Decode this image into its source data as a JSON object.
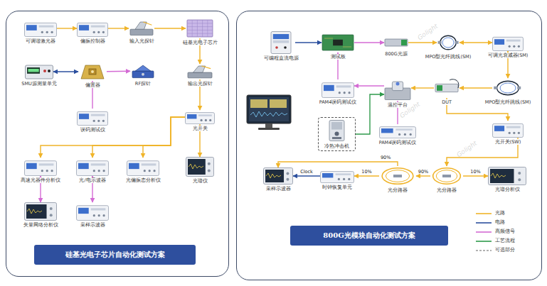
{
  "diagram": {
    "nodes": [
      {
        "text": [
          "硅基光电子芯片自动化测试方案"
        ]
      },
      {
        "text": [
          "可调谐激光器"
        ],
        "in": 0
      },
      {
        "text": [
          "偏振控制器"
        ],
        "in": 0
      },
      {
        "text": [
          "输入光探针"
        ],
        "in": 0
      },
      {
        "text": [
          "硅基光电子芯片"
        ],
        "in": 0
      },
      {
        "text": [
          "SMU源测量单元"
        ],
        "in": 0
      },
      {
        "text": [
          "偏置器"
        ],
        "in": 0
      },
      {
        "text": [
          "RF探针"
        ],
        "in": 0
      },
      {
        "text": [
          "输出光探针"
        ],
        "in": 0
      },
      {
        "text": [
          "误码测试仪"
        ],
        "in": 0
      },
      {
        "text": [
          "光开关"
        ],
        "in": 0
      },
      {
        "text": [
          "高速光器件分析仪"
        ],
        "in": 0
      },
      {
        "text": [
          "光/电示波器"
        ],
        "in": 0
      },
      {
        "text": [
          "光偏振态分析仪"
        ],
        "in": 0
      },
      {
        "text": [
          "光谱仪"
        ],
        "in": 0
      },
      {
        "text": [
          "矢量网络分析仪"
        ],
        "in": 0
      },
      {
        "text": [
          "采样示波器"
        ],
        "in": 0
      },
      {
        "text": [
          "800G光模块自动化测试方案"
        ]
      },
      {
        "text": [
          "可编程直流电源"
        ],
        "in": 17
      },
      {
        "text": [
          "测试板"
        ],
        "in": 17
      },
      {
        "text": [
          "800G光源"
        ],
        "in": 17
      },
      {
        "text": [
          "MPO型光纤跳线(SM)"
        ],
        "in": 17
      },
      {
        "text": [
          "可调光衰减器(SM)"
        ],
        "in": 17
      },
      {
        "text": [
          "PAM4误码测试仪"
        ],
        "in": 17
      },
      {
        "text": [
          "温控平台"
        ],
        "in": 17
      },
      {
        "text": [
          "DUT"
        ],
        "in": 17
      },
      {
        "text": [
          "MPO型光纤跳线(SM)"
        ],
        "in": 17
      },
      {
        "text": [
          "冷热冲击机"
        ],
        "in": 17
      },
      {
        "text": [
          "PAM4误码测试仪"
        ],
        "in": 17
      },
      {
        "text": [
          "光开关(SW)"
        ],
        "in": 17
      },
      {
        "text": [
          "采样示波器"
        ],
        "in": 17
      },
      {
        "text": [
          "时钟恢复单元"
        ],
        "in": 17
      },
      {
        "text": [
          "光分路器"
        ],
        "in": 17
      },
      {
        "text": [
          "光分路器"
        ],
        "in": 17
      },
      {
        "text": [
          "光谱分析仪"
        ],
        "in": 17
      }
    ],
    "edges": [
      {
        "from": 1,
        "to": 2,
        "arrow": "to"
      },
      {
        "from": 2,
        "to": 3,
        "arrow": "to"
      },
      {
        "from": 3,
        "to": 4,
        "arrow": "to"
      },
      {
        "from": 5,
        "to": 6,
        "arrow": "both"
      },
      {
        "from": 6,
        "to": 7,
        "arrow": "to"
      },
      {
        "from": 4,
        "to": 8,
        "arrow": "to"
      },
      {
        "from": 8,
        "to": 10,
        "arrow": "to"
      },
      {
        "from": 6,
        "to": 9,
        "arrow": "none"
      },
      {
        "from": 10,
        "to": 14,
        "arrow": "to"
      },
      {
        "from": 10,
        "to": 11,
        "arrow": "to"
      },
      {
        "from": 10,
        "to": 12,
        "arrow": "to"
      },
      {
        "from": 10,
        "to": 13,
        "arrow": "to"
      },
      {
        "from": 11,
        "to": 15,
        "arrow": "both"
      },
      {
        "from": 12,
        "to": 16,
        "arrow": "both"
      },
      {
        "from": 18,
        "to": 19,
        "arrow": "to"
      },
      {
        "from": 19,
        "to": 20,
        "arrow": "to"
      },
      {
        "from": 20,
        "to": 21,
        "arrow": "to"
      },
      {
        "from": 21,
        "to": 22,
        "arrow": "both"
      },
      {
        "from": 22,
        "to": 26,
        "arrow": "both"
      },
      {
        "from": 26,
        "to": 25,
        "arrow": "to"
      },
      {
        "from": 25,
        "to": 24,
        "arrow": "to"
      },
      {
        "from": 24,
        "to": 23,
        "arrow": "to"
      },
      {
        "from": 23,
        "to": 19,
        "arrow": "to"
      },
      {
        "from": 27,
        "to": 24,
        "arrow": "to"
      },
      {
        "from": 24,
        "to": 28,
        "arrow": "none"
      },
      {
        "from": 25,
        "to": 29,
        "arrow": "to"
      },
      {
        "from": 29,
        "to": 33,
        "arrow": "to"
      },
      {
        "from": 33,
        "to": 32,
        "arrow": "to",
        "label": "90%"
      },
      {
        "from": 33,
        "to": 34,
        "arrow": "to",
        "label": "10%"
      },
      {
        "from": 32,
        "to": 31,
        "arrow": "to",
        "label": "10%"
      },
      {
        "from": 32,
        "to": 30,
        "arrow": "to",
        "label": "90%"
      },
      {
        "from": 31,
        "to": 30,
        "arrow": "to",
        "label": "Clock"
      }
    ],
    "labels": [
      "Golight",
      "Golight",
      "Golight"
    ],
    "legend": [
      {
        "text": "光路"
      },
      {
        "text": "电路"
      },
      {
        "text": "高频信号"
      },
      {
        "text": "工艺流程"
      },
      {
        "text": "可选部分"
      }
    ]
  }
}
